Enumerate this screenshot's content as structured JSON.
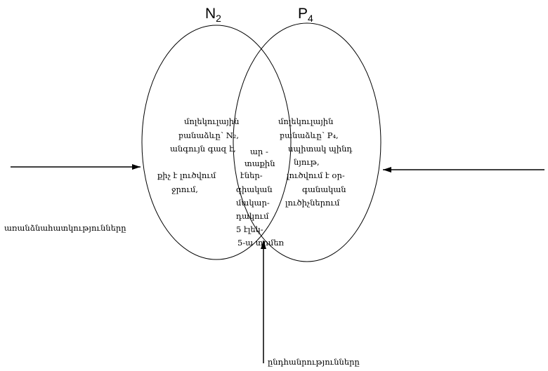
{
  "titles": {
    "left_main": "N",
    "left_sub": "2",
    "right_main": "P",
    "right_sub": "4"
  },
  "left_only": [
    "մոլեկուլային",
    "բանաձևը՝ N₂,",
    "անգույն գազ է,",
    "",
    "քիչ է լուծվում",
    "ջրում,"
  ],
  "common": [
    "ար -",
    "տաքին",
    "էներ-",
    "գիական",
    "մակար-",
    "դակում",
    "5 էլեկ-",
    "5-ա տոմեռ"
  ],
  "right_only": [
    "մոլեկուլային",
    "բանաձևը՝ P₄,",
    "սպիտակ պինդ",
    "նյութ,",
    "լուծվում է օր-",
    "գանական",
    "լուծիչներում"
  ],
  "captions": {
    "differences": "առանձնահատկությունները",
    "similarities": "ընդհանրությունները"
  }
}
